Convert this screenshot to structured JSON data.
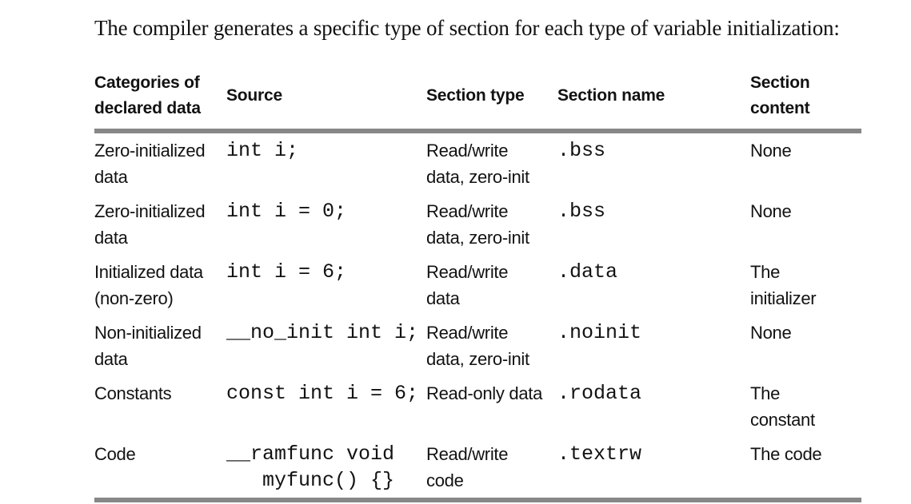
{
  "intro": "The compiler generates a specific type of section for each type of variable initialization:",
  "colors": {
    "rule_gray": "#878787",
    "text": "#121212",
    "background": "#ffffff"
  },
  "table": {
    "headers": [
      "Categories of\ndeclared data",
      "Source",
      "Section type",
      "Section name",
      "Section\ncontent"
    ],
    "rows": [
      {
        "category": "Zero-initialized\ndata",
        "source": "int i;",
        "section_type": "Read/write\ndata, zero-init",
        "section_name": ".bss",
        "section_content": "None"
      },
      {
        "category": "Zero-initialized\ndata",
        "source": "int i = 0;",
        "section_type": "Read/write\ndata, zero-init",
        "section_name": ".bss",
        "section_content": "None"
      },
      {
        "category": "Initialized data\n(non-zero)",
        "source": "int i = 6;",
        "section_type": "Read/write\ndata",
        "section_name": ".data",
        "section_content": "The\ninitializer"
      },
      {
        "category": "Non-initialized\ndata",
        "source": "__no_init int i;",
        "section_type": "Read/write\ndata, zero-init",
        "section_name": ".noinit",
        "section_content": "None"
      },
      {
        "category": "Constants",
        "source": "const int i = 6;",
        "section_type": "Read-only data",
        "section_name": ".rodata",
        "section_content": "The\nconstant"
      },
      {
        "category": "Code",
        "source": "__ramfunc void\n   myfunc() {}",
        "section_type": "Read/write\ncode",
        "section_name": ".textrw",
        "section_content": "The code"
      }
    ]
  }
}
